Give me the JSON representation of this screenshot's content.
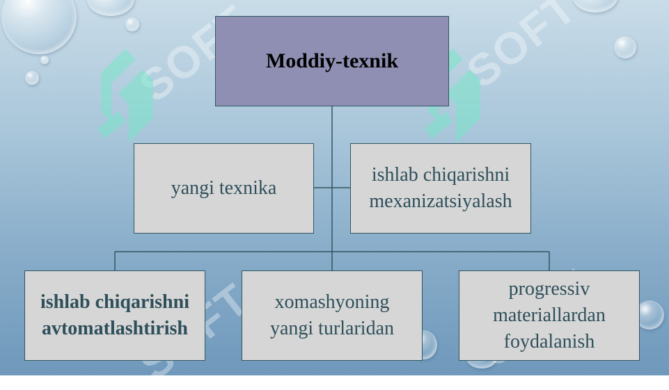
{
  "diagram": {
    "root": {
      "label": "Moddiy-texnik"
    },
    "middle": [
      {
        "lines": [
          "yangi texnika"
        ]
      },
      {
        "lines": [
          "ishlab chiqarishni",
          "mexanizatsiyalash"
        ]
      }
    ],
    "bottom": [
      {
        "lines": [
          "ishlab chiqarishni",
          "avtomatlashtirish"
        ],
        "bold": true
      },
      {
        "lines": [
          "xomashyoning",
          "yangi turlaridan"
        ]
      },
      {
        "lines": [
          "progressiv",
          "materiallardan",
          "foydalanish"
        ]
      }
    ],
    "watermark_text": "SOFT",
    "colors": {
      "root_fill": "#8e8fb2",
      "box_fill": "#d6d6d6",
      "text": "#2e4f5a",
      "border": "#2f5661"
    }
  }
}
